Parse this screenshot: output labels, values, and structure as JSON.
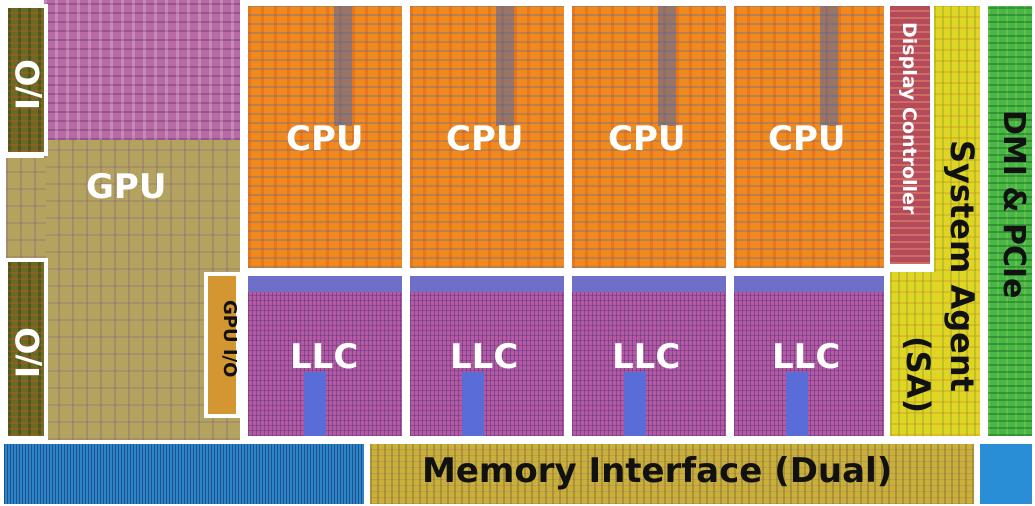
{
  "labels": {
    "gpu": "GPU",
    "io_top": "I/O",
    "io_bottom": "I/O",
    "gpu_io": "GPU I/O",
    "cpu": [
      "CPU",
      "CPU",
      "CPU",
      "CPU"
    ],
    "llc": [
      "LLC",
      "LLC",
      "LLC",
      "LLC"
    ],
    "display_controller": "Display Controller",
    "system_agent_line1": "System Agent",
    "system_agent_line2": "(SA)",
    "dmi_pcie": "DMI & PCIe",
    "memory_interface": "Memory Interface (Dual)"
  },
  "colors": {
    "cpu": "#f08a1e",
    "llc": "#b45aa0",
    "gpu": "#b3a35e",
    "system_agent": "#e0d424",
    "dmi_pcie": "#47b746",
    "display_controller": "#b54a5a",
    "memory_interface": "#c7b13a",
    "io": "#6a6a22"
  }
}
